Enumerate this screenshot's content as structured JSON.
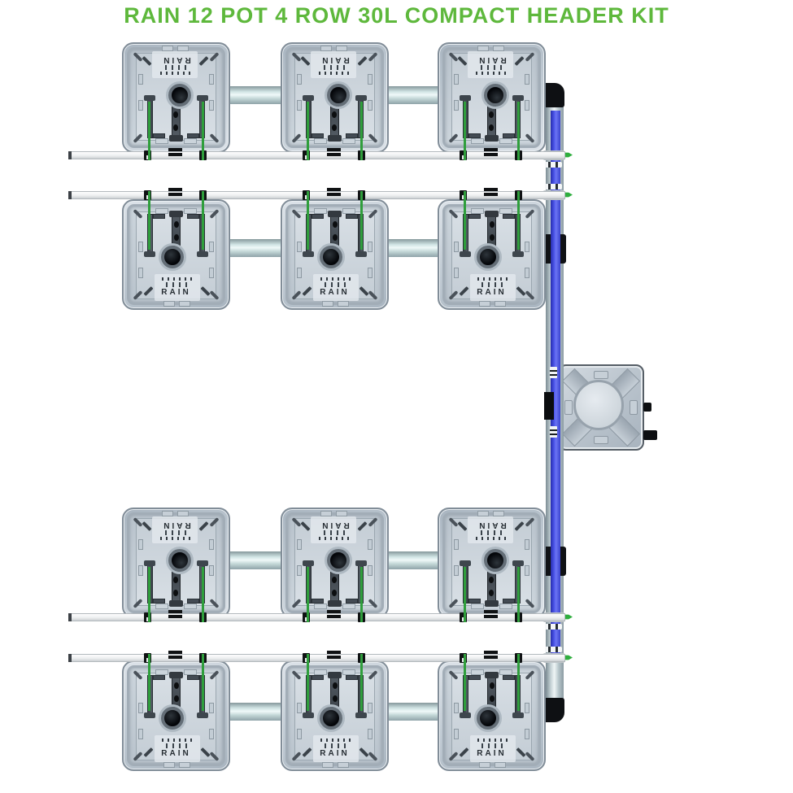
{
  "title": {
    "text": "RAIN 12 POT 4 ROW 30L COMPACT HEADER KIT",
    "color": "#5eb83c"
  },
  "diagram": {
    "pot_label": "RAIN",
    "pot_count": 12,
    "pots_per_row": 3,
    "rows": [
      {
        "id": 1,
        "orientation": "inverted"
      },
      {
        "id": 2,
        "orientation": "upright"
      },
      {
        "id": 3,
        "orientation": "inverted"
      },
      {
        "id": 4,
        "orientation": "upright"
      }
    ],
    "colors": {
      "accent_green": "#5eb83c",
      "drip_green": "#2f9e3c",
      "feed_pipe_blue": "#4a53e8",
      "pipe_silver": "#cfe3e3",
      "fitting_black": "#0e1013",
      "pot_body_gray": "#c2ccd5"
    }
  }
}
